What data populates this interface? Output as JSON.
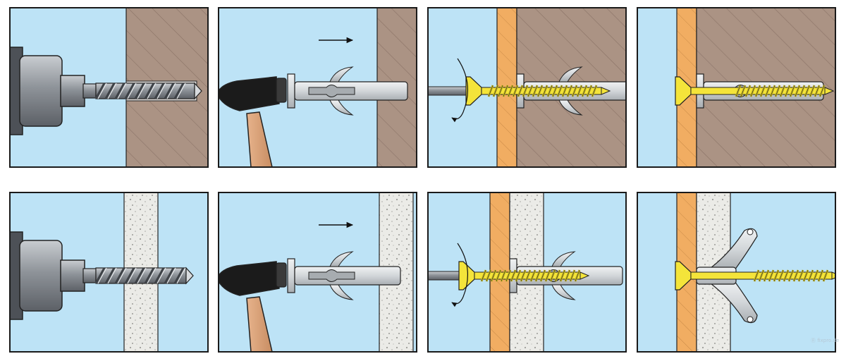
{
  "diagram": {
    "colors": {
      "air": "#bde3f6",
      "brick": "#ab9384",
      "hatch": "#8b7367",
      "wood": "#f1ad62",
      "concrete": "#ebebe7",
      "metal_dark": "#6e7278",
      "metal_mid": "#9ea3a8",
      "metal_light": "#d6d9dc",
      "plug": "#d8dcdf",
      "screw": "#f4e43a",
      "screw_shade": "#c6b623",
      "handle": "#dfa37a",
      "hammer_head": "#1b1b1b",
      "outline": "#222222"
    },
    "rows": [
      {
        "wall": "brick",
        "steps": [
          "drill",
          "hammer",
          "screw-in",
          "fixed"
        ]
      },
      {
        "wall": "hollow-board",
        "steps": [
          "drill",
          "hammer",
          "screw-in",
          "fixed"
        ]
      }
    ],
    "watermark": "Ⓡ fixpro.de"
  }
}
